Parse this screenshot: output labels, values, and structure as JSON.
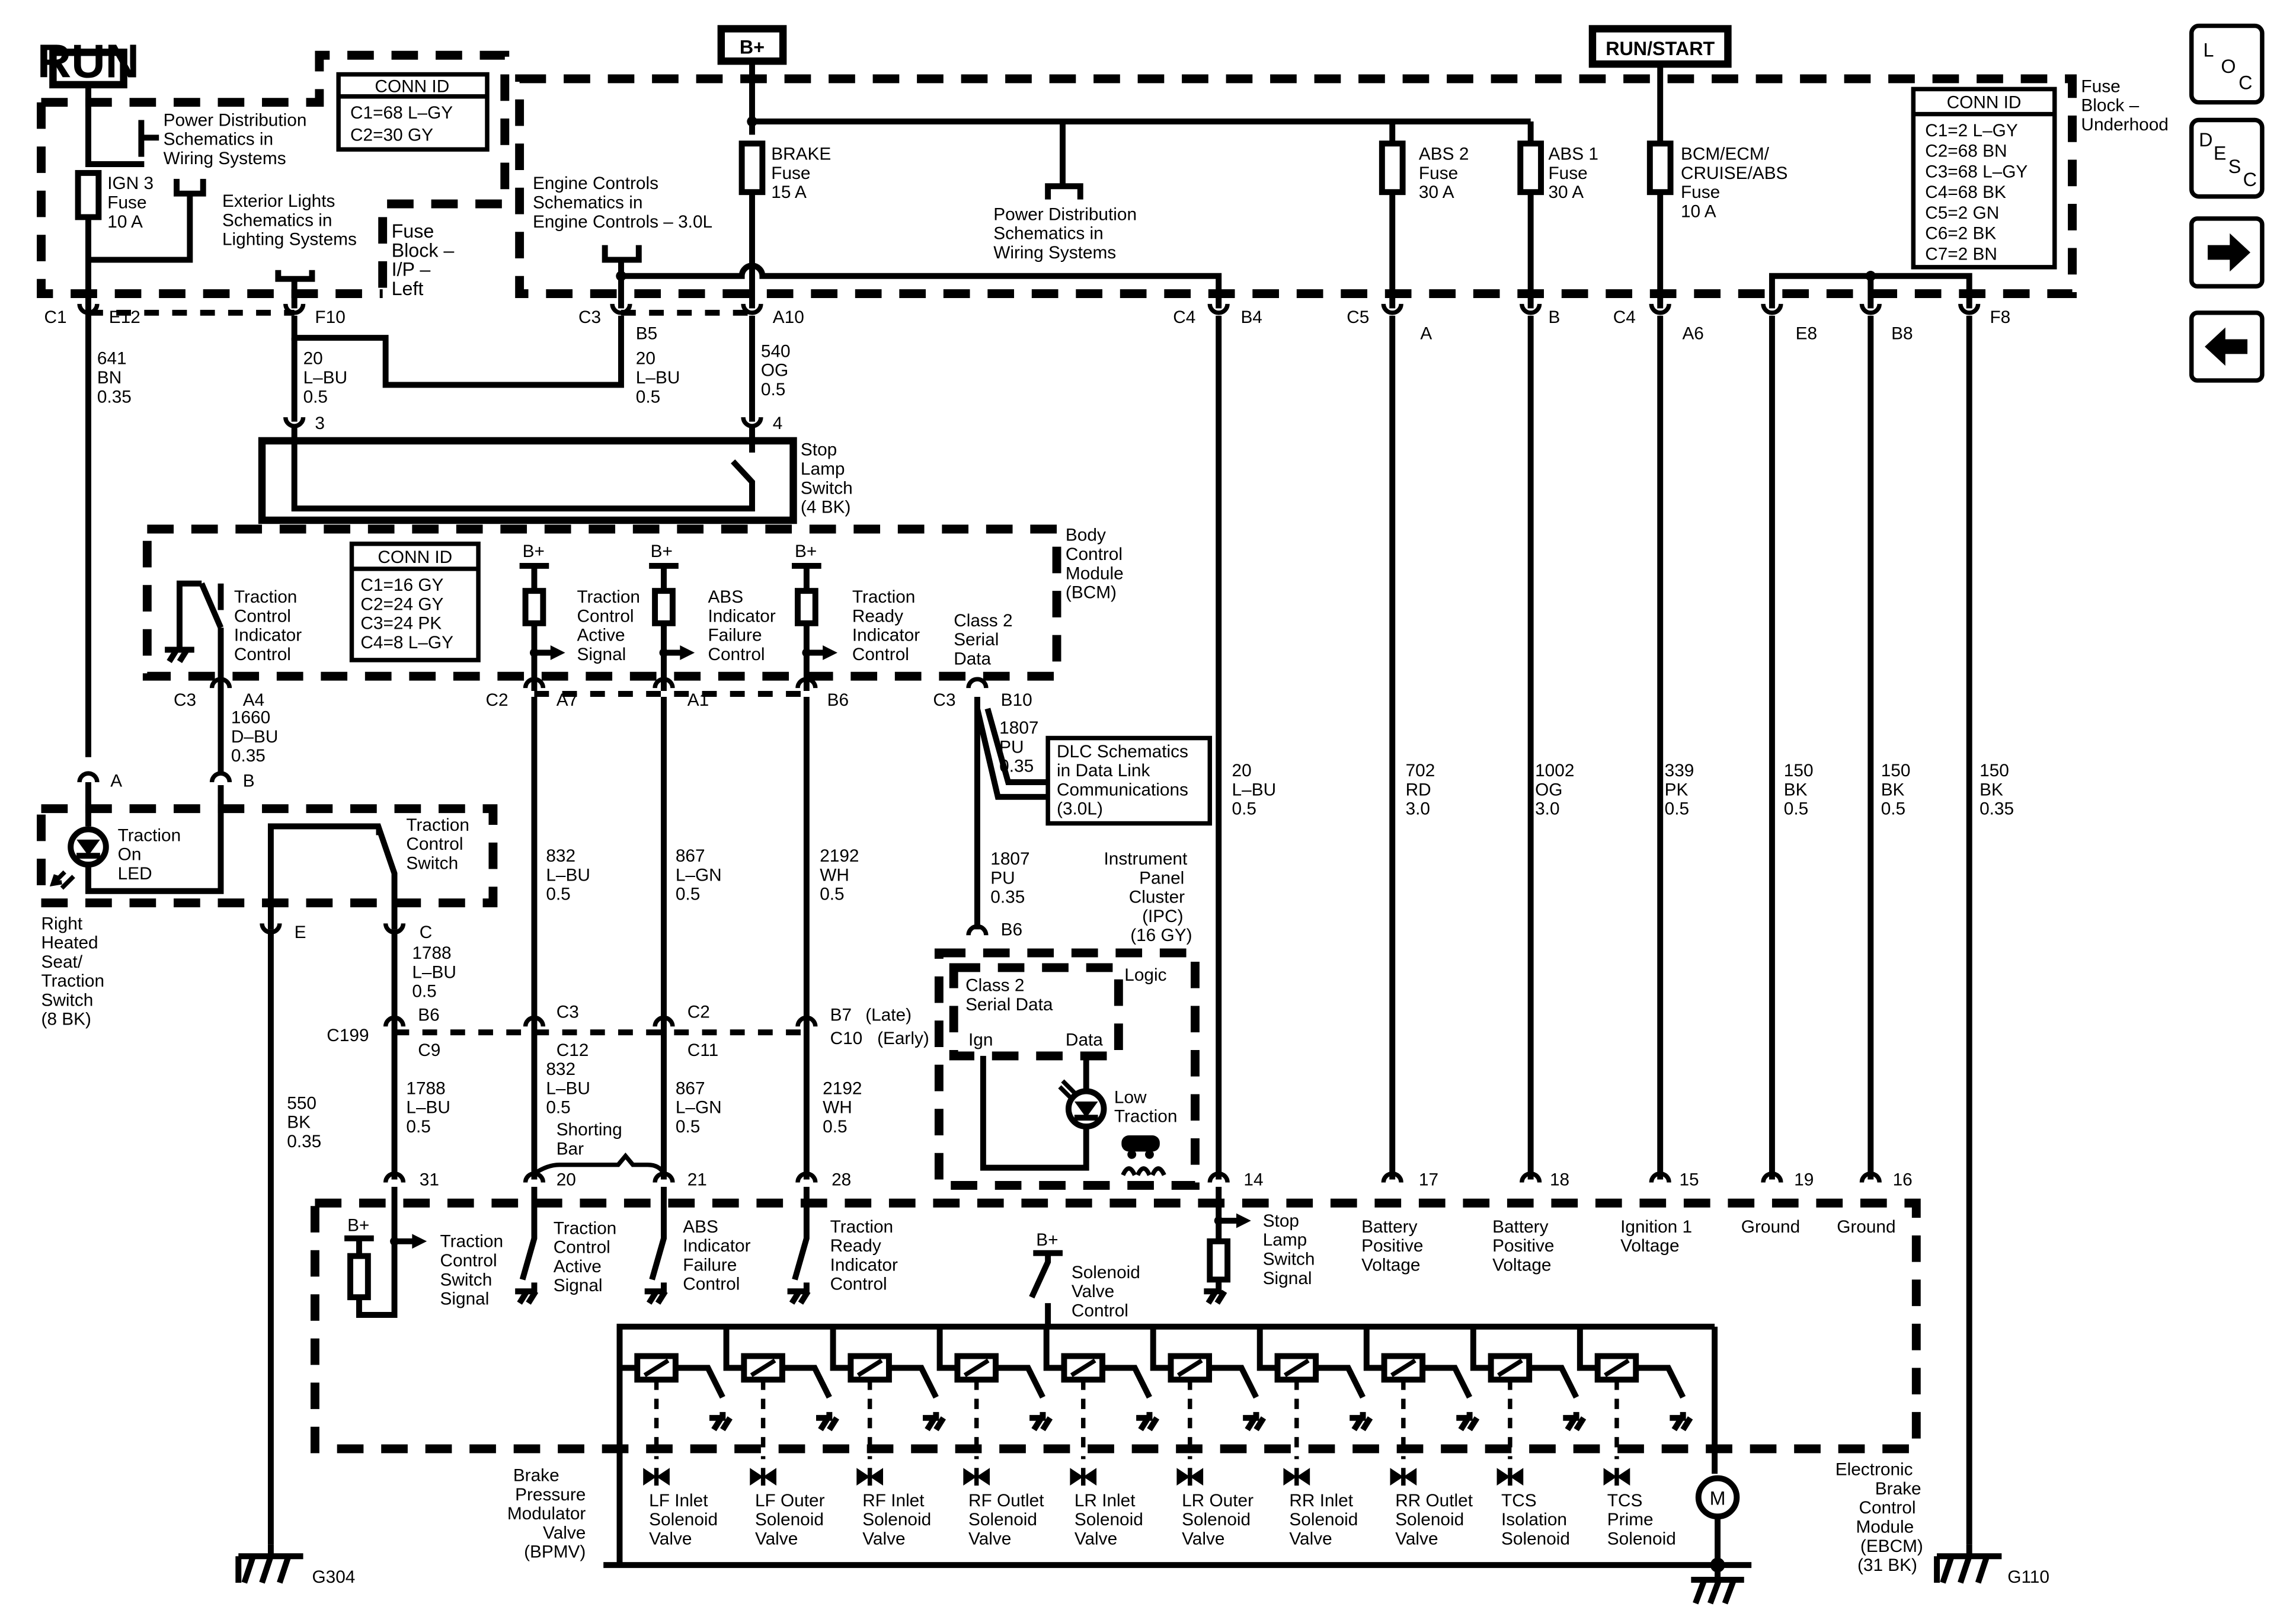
{
  "header": {
    "run": "RUN",
    "bplus": "B+",
    "run_start": "RUN/START"
  },
  "nav": {
    "loc": [
      "L",
      "O",
      "C"
    ],
    "desc": [
      "D",
      "E",
      "S",
      "C"
    ]
  },
  "fuse_block_ip": {
    "label": [
      "Fuse",
      "Block –",
      "I/P –",
      "Left"
    ],
    "conn_title": "CONN ID",
    "conn_lines": [
      "C1=68 L–GY",
      "C2=30 GY"
    ],
    "ign3_fuse": [
      "IGN 3",
      "Fuse",
      "10 A"
    ],
    "power_dist": [
      "Power Distribution",
      "Schematics in",
      "Wiring Systems"
    ],
    "ext_lights": [
      "Exterior Lights",
      "Schematics in",
      "Lighting Systems"
    ]
  },
  "fuse_block_uh": {
    "label": [
      "Fuse",
      "Block –",
      "Underhood"
    ],
    "conn_title": "CONN ID",
    "conn_lines": [
      "C1=2 L–GY",
      "C2=68 BN",
      "C3=68 L–GY",
      "C4=68 BK",
      "C5=2 GN",
      "C6=2 BK",
      "C7=2 BN"
    ],
    "engine_controls": [
      "Engine Controls",
      "Schematics in",
      "Engine Controls – 3.0L"
    ],
    "brake_fuse": [
      "BRAKE",
      "Fuse",
      "15 A"
    ],
    "power_dist": [
      "Power Distribution",
      "Schematics in",
      "Wiring Systems"
    ],
    "abs2_fuse": [
      "ABS 2",
      "Fuse",
      "30 A"
    ],
    "abs1_fuse": [
      "ABS 1",
      "Fuse",
      "30 A"
    ],
    "bcm_fuse": [
      "BCM/ECM/",
      "CRUISE/ABS",
      "Fuse",
      "10 A"
    ]
  },
  "connectors": {
    "c1": "C1",
    "e12": "E12",
    "f10": "F10",
    "c3a": "C3",
    "b5": "B5",
    "a10": "A10",
    "c4a": "C4",
    "b4": "B4",
    "c5": "C5",
    "a": "A",
    "b": "B",
    "c4b": "C4",
    "a6": "A6",
    "e8": "E8",
    "b8": "B8",
    "f8": "F8",
    "sw3": "3",
    "sw4": "4",
    "c3b": "C3",
    "a4": "A4",
    "c2": "C2",
    "a7": "A7",
    "a1": "A1",
    "b6": "B6",
    "c3c": "C3",
    "b10": "B10",
    "sa": "A",
    "sb": "B",
    "se": "E",
    "sc": "C",
    "ipc_b6": "B6",
    "c199": "C199",
    "x_b6": "B6",
    "x_c9": "C9",
    "x_c3": "C3",
    "x_c12": "C12",
    "x_c2": "C2",
    "x_c11": "C11",
    "x_b7": "B7",
    "x_late": "(Late)",
    "x_c10": "C10",
    "x_early": "(Early)",
    "p31": "31",
    "p20": "20",
    "p21": "21",
    "p28": "28",
    "p14": "14",
    "p17": "17",
    "p18": "18",
    "p15": "15",
    "p19": "19",
    "p16": "16"
  },
  "wires": {
    "w641": [
      "641",
      "BN",
      "0.35"
    ],
    "w20a": [
      "20",
      "L–BU",
      "0.5"
    ],
    "w20b": [
      "20",
      "L–BU",
      "0.5"
    ],
    "w540": [
      "540",
      "OG",
      "0.5"
    ],
    "w1660": [
      "1660",
      "D–BU",
      "0.35"
    ],
    "w1807a": [
      "1807",
      "PU",
      "0.35"
    ],
    "w1807b": [
      "1807",
      "PU",
      "0.35"
    ],
    "w20c": [
      "20",
      "L–BU",
      "0.5"
    ],
    "w702": [
      "702",
      "RD",
      "3.0"
    ],
    "w1002": [
      "1002",
      "OG",
      "3.0"
    ],
    "w339": [
      "339",
      "PK",
      "0.5"
    ],
    "w150a": [
      "150",
      "BK",
      "0.5"
    ],
    "w150b": [
      "150",
      "BK",
      "0.5"
    ],
    "w150c": [
      "150",
      "BK",
      "0.35"
    ],
    "w832a": [
      "832",
      "L–BU",
      "0.5"
    ],
    "w867a": [
      "867",
      "L–GN",
      "0.5"
    ],
    "w2192a": [
      "2192",
      "WH",
      "0.5"
    ],
    "w1788a": [
      "1788",
      "L–BU",
      "0.5"
    ],
    "w550": [
      "550",
      "BK",
      "0.35"
    ],
    "w1788b": [
      "1788",
      "L–BU",
      "0.5"
    ],
    "w832b": [
      "832",
      "L–BU",
      "0.5"
    ],
    "w867b": [
      "867",
      "L–GN",
      "0.5"
    ],
    "w2192b": [
      "2192",
      "WH",
      "0.5"
    ]
  },
  "stop_lamp": [
    "Stop",
    "Lamp",
    "Switch",
    "(4 BK)"
  ],
  "bcm": {
    "label": [
      "Body",
      "Control",
      "Module",
      "(BCM)"
    ],
    "conn_title": "CONN ID",
    "conn_lines": [
      "C1=16 GY",
      "C2=24 GY",
      "C3=24 PK",
      "C4=8 L–GY"
    ],
    "bplus": "B+",
    "tci": [
      "Traction",
      "Control",
      "Indicator",
      "Control"
    ],
    "tca": [
      "Traction",
      "Control",
      "Active",
      "Signal"
    ],
    "absf": [
      "ABS",
      "Indicator",
      "Failure",
      "Control"
    ],
    "tri": [
      "Traction",
      "Ready",
      "Indicator",
      "Control"
    ],
    "class2": [
      "Class 2",
      "Serial",
      "Data"
    ]
  },
  "dlc": [
    "DLC Schematics",
    "in Data Link",
    "Communications",
    "(3.0L)"
  ],
  "seat_switch": {
    "led": [
      "Traction",
      "On",
      "LED"
    ],
    "switch": [
      "Traction",
      "Control",
      "Switch"
    ],
    "label": [
      "Right",
      "Heated",
      "Seat/",
      "Traction",
      "Switch",
      "(8 BK)"
    ]
  },
  "ipc": {
    "label": [
      "Instrument",
      "Panel",
      "Cluster",
      "(IPC)",
      "(16 GY)"
    ],
    "logic": "Logic",
    "serial": [
      "Class 2",
      "Serial Data"
    ],
    "ign": "Ign",
    "data": "Data",
    "low_traction": [
      "Low",
      "Traction"
    ]
  },
  "shorting_bar": [
    "Shorting",
    "Bar"
  ],
  "ebcm": {
    "bplus": "B+",
    "tcs_signal": [
      "Traction",
      "Control",
      "Switch",
      "Signal"
    ],
    "tca": [
      "Traction",
      "Control",
      "Active",
      "Signal"
    ],
    "absf": [
      "ABS",
      "Indicator",
      "Failure",
      "Control"
    ],
    "tri": [
      "Traction",
      "Ready",
      "Indicator",
      "Control"
    ],
    "stop": [
      "Stop",
      "Lamp",
      "Switch",
      "Signal"
    ],
    "bat1": [
      "Battery",
      "Positive",
      "Voltage"
    ],
    "bat2": [
      "Battery",
      "Positive",
      "Voltage"
    ],
    "ign1": [
      "Ignition 1",
      "Voltage"
    ],
    "gnd1": "Ground",
    "gnd2": "Ground",
    "solenoid_ctrl": [
      "Solenoid",
      "Valve",
      "Control"
    ],
    "label": [
      "Electronic",
      "Brake",
      "Control",
      "Module",
      "(EBCM)",
      "(31 BK)"
    ],
    "motor": "M"
  },
  "bpmv": {
    "label": [
      "Brake",
      "Pressure",
      "Modulator",
      "Valve",
      "(BPMV)"
    ],
    "valves": [
      [
        "LF Inlet",
        "Solenoid",
        "Valve"
      ],
      [
        "LF Outer",
        "Solenoid",
        "Valve"
      ],
      [
        "RF Inlet",
        "Solenoid",
        "Valve"
      ],
      [
        "RF Outlet",
        "Solenoid",
        "Valve"
      ],
      [
        "LR Inlet",
        "Solenoid",
        "Valve"
      ],
      [
        "LR Outer",
        "Solenoid",
        "Valve"
      ],
      [
        "RR Inlet",
        "Solenoid",
        "Valve"
      ],
      [
        "RR Outlet",
        "Solenoid",
        "Valve"
      ],
      [
        "TCS",
        "Isolation",
        "Solenoid"
      ],
      [
        "TCS",
        "Prime",
        "Solenoid"
      ]
    ]
  },
  "grounds": {
    "g304": "G304",
    "g110": "G110"
  }
}
